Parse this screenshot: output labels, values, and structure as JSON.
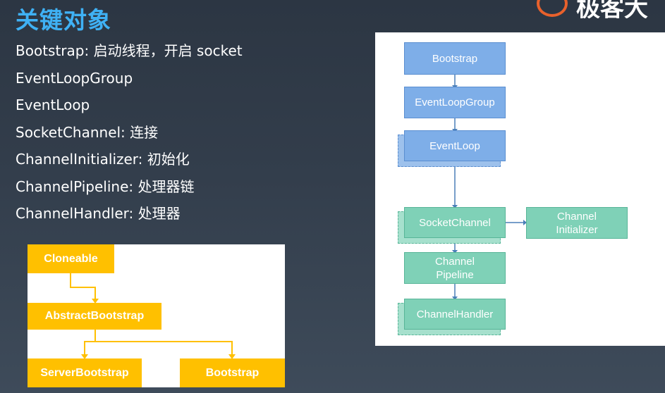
{
  "title": "关键对象",
  "logo": {
    "text": "极客大"
  },
  "descriptions": [
    "Bootstrap: 启动线程，开启 socket",
    "EventLoopGroup",
    "EventLoop",
    "SocketChannel: 连接",
    "ChannelInitializer: 初始化",
    "ChannelPipeline: 处理器链",
    "ChannelHandler: 处理器"
  ],
  "class_diagram": {
    "cloneable": "Cloneable",
    "abstract_bootstrap": "AbstractBootstrap",
    "server_bootstrap": "ServerBootstrap",
    "bootstrap": "Bootstrap"
  },
  "object_diagram": {
    "bootstrap": "Bootstrap",
    "event_loop_group": "EventLoopGroup",
    "event_loop": "EventLoop",
    "socket_channel": "SocketChannel",
    "channel_initializer_line1": "Channel",
    "channel_initializer_line2": "Initializer",
    "channel_pipeline_line1": "Channel",
    "channel_pipeline_line2": "Pipeline",
    "channel_handler": "ChannelHandler"
  },
  "colors": {
    "title": "#3fb1f5",
    "yellow": "#ffc000",
    "blue": "#7eaee8",
    "green": "#7fd1b7",
    "logo_accent": "#e8612c"
  }
}
